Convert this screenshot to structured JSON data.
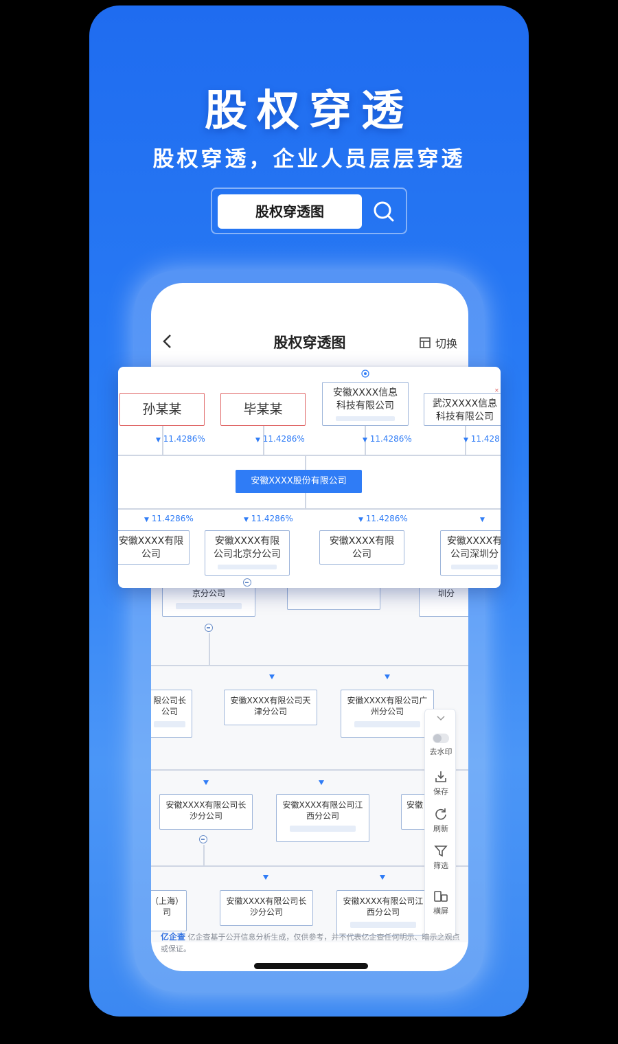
{
  "promo": {
    "title": "股权穿透",
    "subtitle": "股权穿透，企业人员层层穿透",
    "search_label": "股权穿透图"
  },
  "app": {
    "nav_title": "股权穿透图",
    "switch_label": "切换"
  },
  "float_card": {
    "shareholders": [
      {
        "name": "孙某某",
        "percent": "11.4286%"
      },
      {
        "name": "毕某某",
        "percent": "11.4286%"
      },
      {
        "name": "安徽XXXX信息科技有限公司",
        "line1": "安徽XXXX信息",
        "line2": "科技有限公司",
        "percent": "11.4286%"
      },
      {
        "name": "武汉XXXX信息科技有限公司",
        "line1": "武汉XXXX信息",
        "line2": "科技有限公司",
        "percent": "11.428"
      }
    ],
    "center_company": "安徽XXXX股份有限公司",
    "subsidiaries": [
      {
        "line1": "安徽XXXX有限",
        "line2": "公司",
        "percent": "11.4286%"
      },
      {
        "line1": "安徽XXXX有限",
        "line2": "公司北京分公司",
        "percent": "11.4286%"
      },
      {
        "line1": "安徽XXXX有限",
        "line2": "公司",
        "percent": "11.4286%"
      },
      {
        "line1": "安徽XXXX有",
        "line2": "公司深圳分"
      }
    ]
  },
  "tree": {
    "row1": [
      {
        "line1": "",
        "line2": "京分公司"
      },
      {
        "line1": "",
        "line2": ""
      },
      {
        "line1": "",
        "line2": "圳分"
      }
    ],
    "row2": [
      {
        "line1": "限公司长",
        "line2": "公司"
      },
      {
        "line1": "安徽XXXX有限公司天",
        "line2": "津分公司"
      },
      {
        "line1": "安徽XXXX有限公司广",
        "line2": "州分公司"
      }
    ],
    "row3": [
      {
        "line1": "安徽XXXX有限公司长",
        "line2": "沙分公司"
      },
      {
        "line1": "安徽XXXX有限公司江",
        "line2": "西分公司"
      },
      {
        "line1": "安徽",
        "line2": ""
      }
    ],
    "row4": [
      {
        "line1": "（上海）",
        "line2": "司"
      },
      {
        "line1": "安徽XXXX有限公司长",
        "line2": "沙分公司"
      },
      {
        "line1": "安徽XXXX有限公司江",
        "line2": "西分公司"
      }
    ]
  },
  "toolbar": {
    "items": [
      {
        "label": "去水印",
        "icon": "toggle-icon"
      },
      {
        "label": "保存",
        "icon": "download-icon"
      },
      {
        "label": "刷新",
        "icon": "refresh-icon"
      },
      {
        "label": "筛选",
        "icon": "filter-icon"
      },
      {
        "label": "横屏",
        "icon": "rotate-icon"
      }
    ]
  },
  "footer": {
    "logo": "亿企查",
    "note": "亿企查基于公开信息分析生成，仅供参考，并不代表亿企查任何明示、暗示之观点或保证。"
  },
  "colors": {
    "promo_bg": "#2b7ef5",
    "accent": "#2f7cf6",
    "person_border": "#e06a6a"
  }
}
